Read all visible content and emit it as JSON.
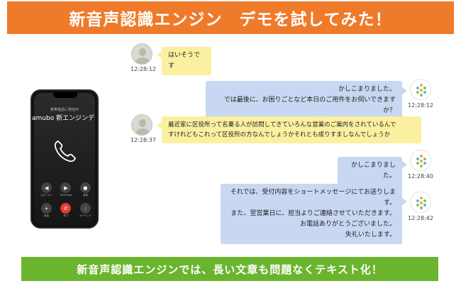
{
  "header": {
    "title": "新音声認識エンジン　デモを試してみた！"
  },
  "footer": {
    "caption": "新音声認識エンジンでは、長い文章も問題なくテキスト化！"
  },
  "phone": {
    "status": "携帯電話に発信中",
    "caller": "amubo 新エンジンデ",
    "controls": [
      {
        "icon": "speaker-icon",
        "glyph": "◀",
        "label": "スピーカー"
      },
      {
        "icon": "facetime-icon",
        "glyph": "▶",
        "label": "FaceTime"
      },
      {
        "icon": "mute-icon",
        "glyph": "●",
        "label": "消音"
      },
      {
        "icon": "add-icon",
        "glyph": "+",
        "label": "追加"
      },
      {
        "icon": "end-call-icon",
        "glyph": "✆",
        "label": "終了"
      },
      {
        "icon": "keypad-icon",
        "glyph": "⋮",
        "label": "キーパッド"
      }
    ]
  },
  "messages": [
    {
      "speaker": "user",
      "lines": [
        "はいそうです"
      ],
      "time": "12:28:12"
    },
    {
      "speaker": "bot",
      "lines": [
        "かしこまりました。",
        "では最後に、お困りごとなど本日のご用件をお伺いできますか？"
      ],
      "time": "12:28:12"
    },
    {
      "speaker": "user",
      "lines": [
        "最近家に区役所って名乗る人が訪問してきていろんな営業のご案内をされているんで",
        "すけれどもこれって区役所の方なんでしょうかそれとも成りすましなんでしょうか"
      ],
      "time": "12:28:37"
    },
    {
      "speaker": "bot",
      "lines": [
        "かしこまりました。"
      ],
      "time": "12:28:40"
    },
    {
      "speaker": "bot",
      "lines": [
        "それでは、受付内容をショートメッセージにてお送りします。",
        "また、翌営業日に、担当よりご連絡させていただきます。",
        "お電話ありがとうございました。",
        "失礼いたします。"
      ],
      "time": "12:28:42"
    }
  ],
  "colors": {
    "header_bg": "#ee7a2a",
    "footer_bg": "#6bb42e",
    "user_bubble": "#fbf0a0",
    "bot_bubble": "#c9d7f2",
    "end_call": "#e53935"
  }
}
